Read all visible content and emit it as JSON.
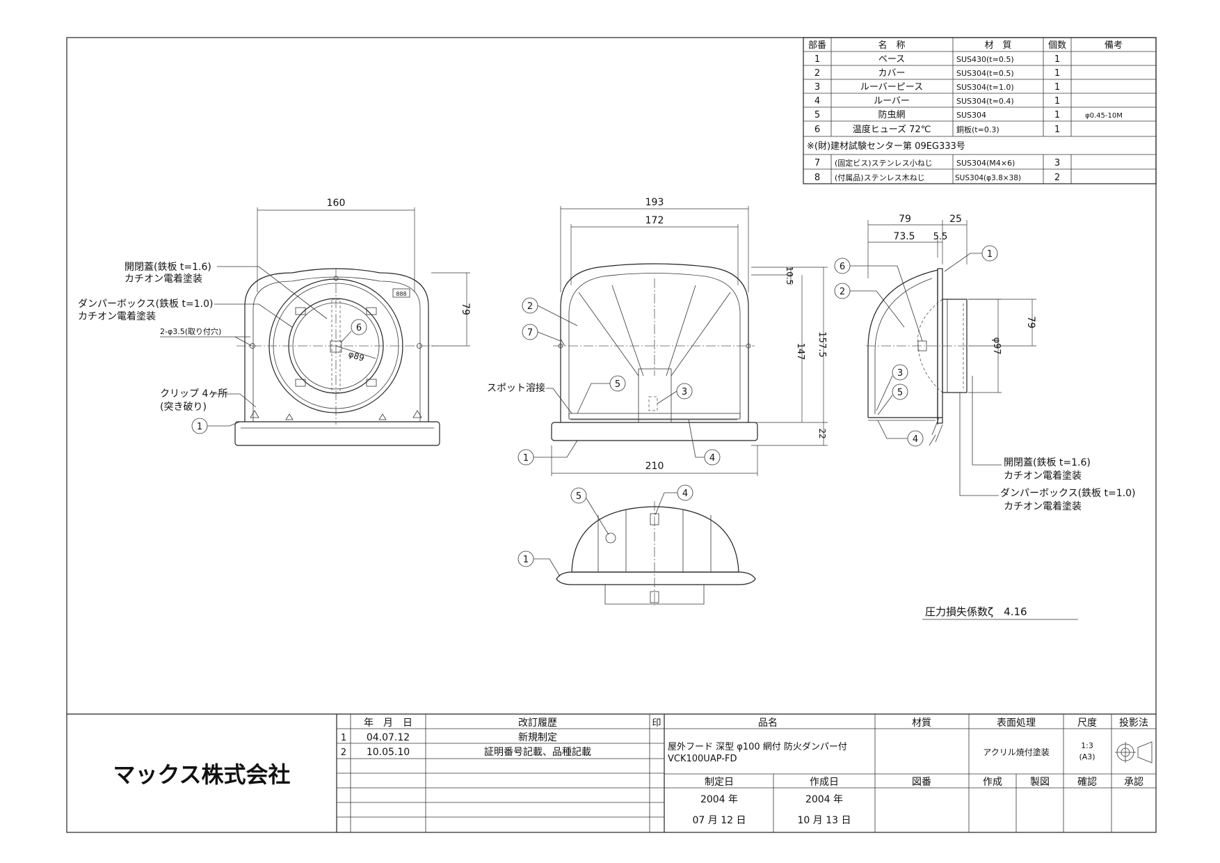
{
  "parts_table": {
    "headers": [
      "部番",
      "名　称",
      "材　質",
      "個数",
      "備考"
    ],
    "rows": [
      {
        "no": "1",
        "name": "ベース",
        "material": "SUS430(t=0.5)",
        "qty": "1",
        "note": ""
      },
      {
        "no": "2",
        "name": "カバー",
        "material": "SUS304(t=0.5)",
        "qty": "1",
        "note": ""
      },
      {
        "no": "3",
        "name": "ルーバーピース",
        "material": "SUS304(t=1.0)",
        "qty": "1",
        "note": ""
      },
      {
        "no": "4",
        "name": "ルーバー",
        "material": "SUS304(t=0.4)",
        "qty": "1",
        "note": ""
      },
      {
        "no": "5",
        "name": "防虫網",
        "material": "SUS304",
        "qty": "1",
        "note": "φ0.45-10M"
      },
      {
        "no": "6",
        "name": "温度ヒューズ 72℃",
        "material": "銅板(t=0.3)",
        "qty": "1",
        "note": ""
      }
    ],
    "certificate": "※(財)建材試験センター第 09EG333号",
    "extra_rows": [
      {
        "no": "7",
        "name": "(固定ビス)ステンレス小ねじ",
        "material": "SUS304(M4×6)",
        "qty": "3",
        "note": ""
      },
      {
        "no": "8",
        "name": "(付属品)ステンレス木ねじ",
        "material": "SUS304(φ3.8×38)",
        "qty": "2",
        "note": ""
      }
    ]
  },
  "front_view": {
    "dim_width": "160",
    "dim_height": "79",
    "dim_diameter": "φ89",
    "label_lid_1": "開閉蓋(鉄板 t=1.6)",
    "label_lid_2": "カチオン電着塗装",
    "label_box_1": "ダンパーボックス(鉄板 t=1.0)",
    "label_box_2": "カチオン電着塗装",
    "label_holes": "2-φ3.5(取り付穴)",
    "label_clip_1": "クリップ 4ヶ所",
    "label_clip_2": "(突き破り)",
    "balloon_6": "6",
    "balloon_1": "1"
  },
  "side_view": {
    "dim_193": "193",
    "dim_172": "172",
    "dim_210": "210",
    "dim_10_5": "10.5",
    "dim_147": "147",
    "dim_157_5": "157.5",
    "dim_22": "22",
    "label_weld": "スポット溶接",
    "balloons": [
      "2",
      "7",
      "5",
      "3",
      "1",
      "4"
    ]
  },
  "right_view": {
    "dim_79_top": "79",
    "dim_25": "25",
    "dim_73_5": "73.5",
    "dim_5_5": "5.5",
    "dim_79_right": "79",
    "dim_97": "φ97",
    "balloons": [
      "6",
      "2",
      "1",
      "3",
      "5",
      "4"
    ],
    "label_lid_1": "開閉蓋(鉄板 t=1.6)",
    "label_lid_2": "カチオン電着塗装",
    "label_box_1": "ダンパーボックス(鉄板 t=1.0)",
    "label_box_2": "カチオン電着塗装"
  },
  "bottom_view": {
    "balloons": [
      "5",
      "4",
      "1"
    ]
  },
  "pressure_loss": "圧力損失係数ζ　4.16",
  "title_block": {
    "company": "マックス株式会社",
    "rev_headers": [
      "",
      "年　月　日",
      "改訂履歴",
      "印"
    ],
    "revisions": [
      {
        "no": "1",
        "date": "04.07.12",
        "text": "新規制定"
      },
      {
        "no": "2",
        "date": "10.05.10",
        "text": "証明番号記載、品種記載"
      }
    ],
    "product_header": "品名",
    "product_name": "屋外フード 深型 φ100 網付 防火ダンパー付",
    "product_code": "VCK100UAP-FD",
    "material_header": "材質",
    "surface_header": "表面処理",
    "surface_value": "アクリル焼付塗装",
    "scale_header": "尺度",
    "scale_value_1": "1:3",
    "scale_value_2": "(A3)",
    "projection_header": "投影法",
    "date_made_header": "制定日",
    "date_created_header": "作成日",
    "date_made_year": "2004 年",
    "date_made_md": "07 月 12 日",
    "date_created_year": "2004 年",
    "date_created_md": "10 月 13 日",
    "drawing_no_header": "図番",
    "author_header": "作成",
    "drafting_header": "製図",
    "check_header": "確認",
    "approve_header": "承認"
  }
}
